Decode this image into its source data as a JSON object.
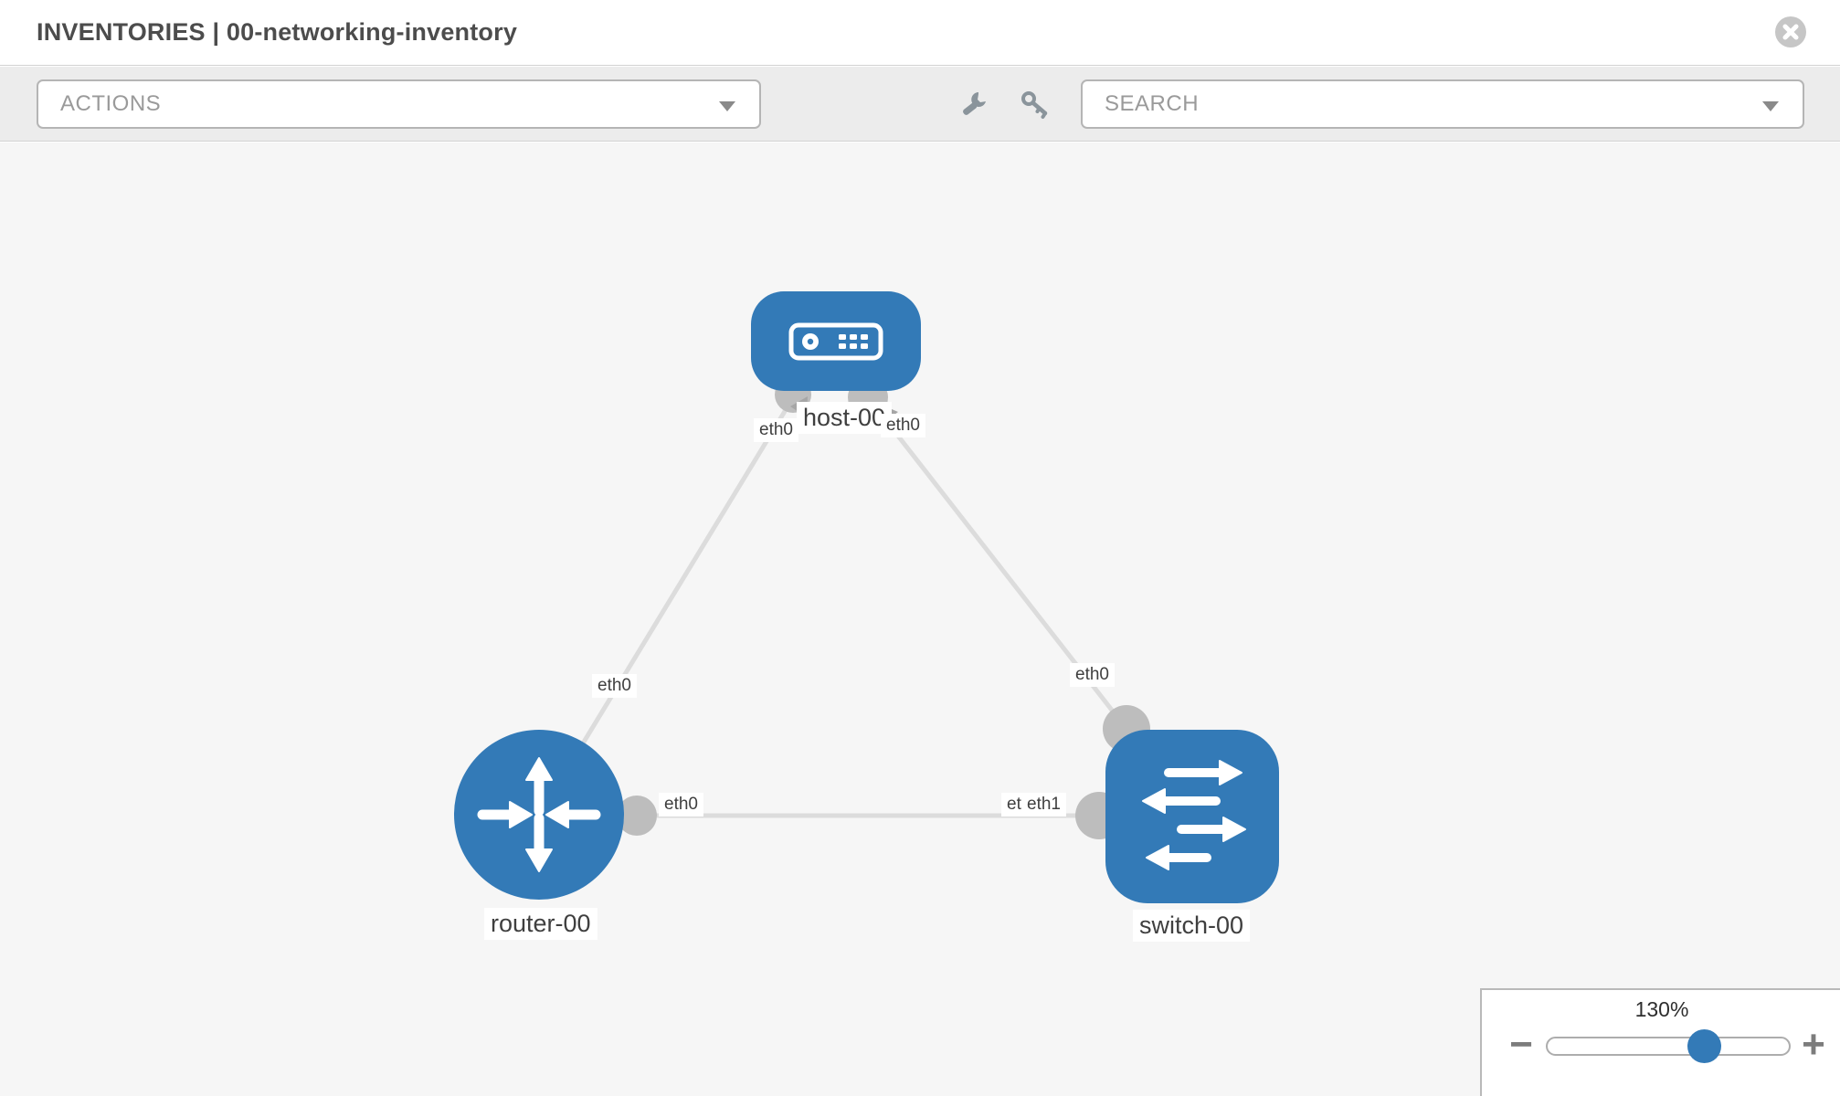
{
  "header": {
    "title": "INVENTORIES | 00-networking-inventory"
  },
  "toolbar": {
    "actions_placeholder": "ACTIONS",
    "search_placeholder": "SEARCH"
  },
  "topology": {
    "nodes": [
      {
        "id": "host-00",
        "label": "host-00",
        "type": "host"
      },
      {
        "id": "router-00",
        "label": "router-00",
        "type": "router"
      },
      {
        "id": "switch-00",
        "label": "switch-00",
        "type": "switch"
      }
    ],
    "links": [
      {
        "source": "router-00",
        "target": "host-00",
        "source_interface": "eth0",
        "target_interface": "eth0"
      },
      {
        "source": "switch-00",
        "target": "host-00",
        "source_interface": "eth0",
        "target_interface": "eth0"
      },
      {
        "source": "router-00",
        "target": "switch-00",
        "source_interface": "eth0",
        "target_interface": "eth1"
      }
    ],
    "interface_labels": {
      "host_left": "eth0",
      "host_right": "eth0",
      "router_top": "eth0",
      "switch_top": "eth0",
      "router_right": "eth0",
      "switch_left_under": "eth0",
      "switch_left_over": "eth1"
    }
  },
  "zoom_control": {
    "level": "130%",
    "minus": "−",
    "plus": "+"
  },
  "colors": {
    "node_blue": "#337ab7",
    "port_gray": "#bdbdbd",
    "link_gray": "#dcdcdc",
    "canvas_bg": "#f6f6f6",
    "toolbar_bg": "#ececec"
  }
}
